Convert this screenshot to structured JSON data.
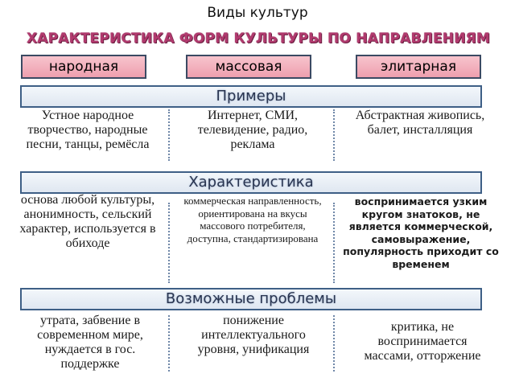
{
  "page": {
    "title": "Виды культур",
    "subtitle": "ХАРАКТЕРИСТИКА ФОРМ КУЛЬТУРЫ ПО НАПРАВЛЕНИЯМ"
  },
  "columns": [
    "народная",
    "массовая",
    "элитарная"
  ],
  "sections": {
    "examples": {
      "title": "Примеры",
      "cells": [
        "Устное народное творчество, народные песни, танцы, ремёсла",
        "Интернет, СМИ, телевидение, радио, реклама",
        "Абстрактная живопись, балет, инсталляция"
      ]
    },
    "characteristics": {
      "title": "Характеристика",
      "cells": [
        "основа любой культуры, анонимность, сельский характер, используется в обиходе",
        "коммерческая направленность, ориентирована на вкусы массового потребителя, доступна, стандартизирована",
        "воспринимается узким кругом знатоков, не является коммерческой, самовыражение, популярность приходит со временем"
      ]
    },
    "problems": {
      "title": "Возможные проблемы",
      "cells": [
        "утрата, забвение в современном мире, нуждается в гос. поддержке",
        "понижение интеллектуального уровня, унификация",
        "критика, не воспринимается массами, отторжение"
      ]
    }
  },
  "colors": {
    "subtitle": "#b13a6e",
    "column_box": "#ee9fae",
    "section_border": "#3e5f86"
  }
}
